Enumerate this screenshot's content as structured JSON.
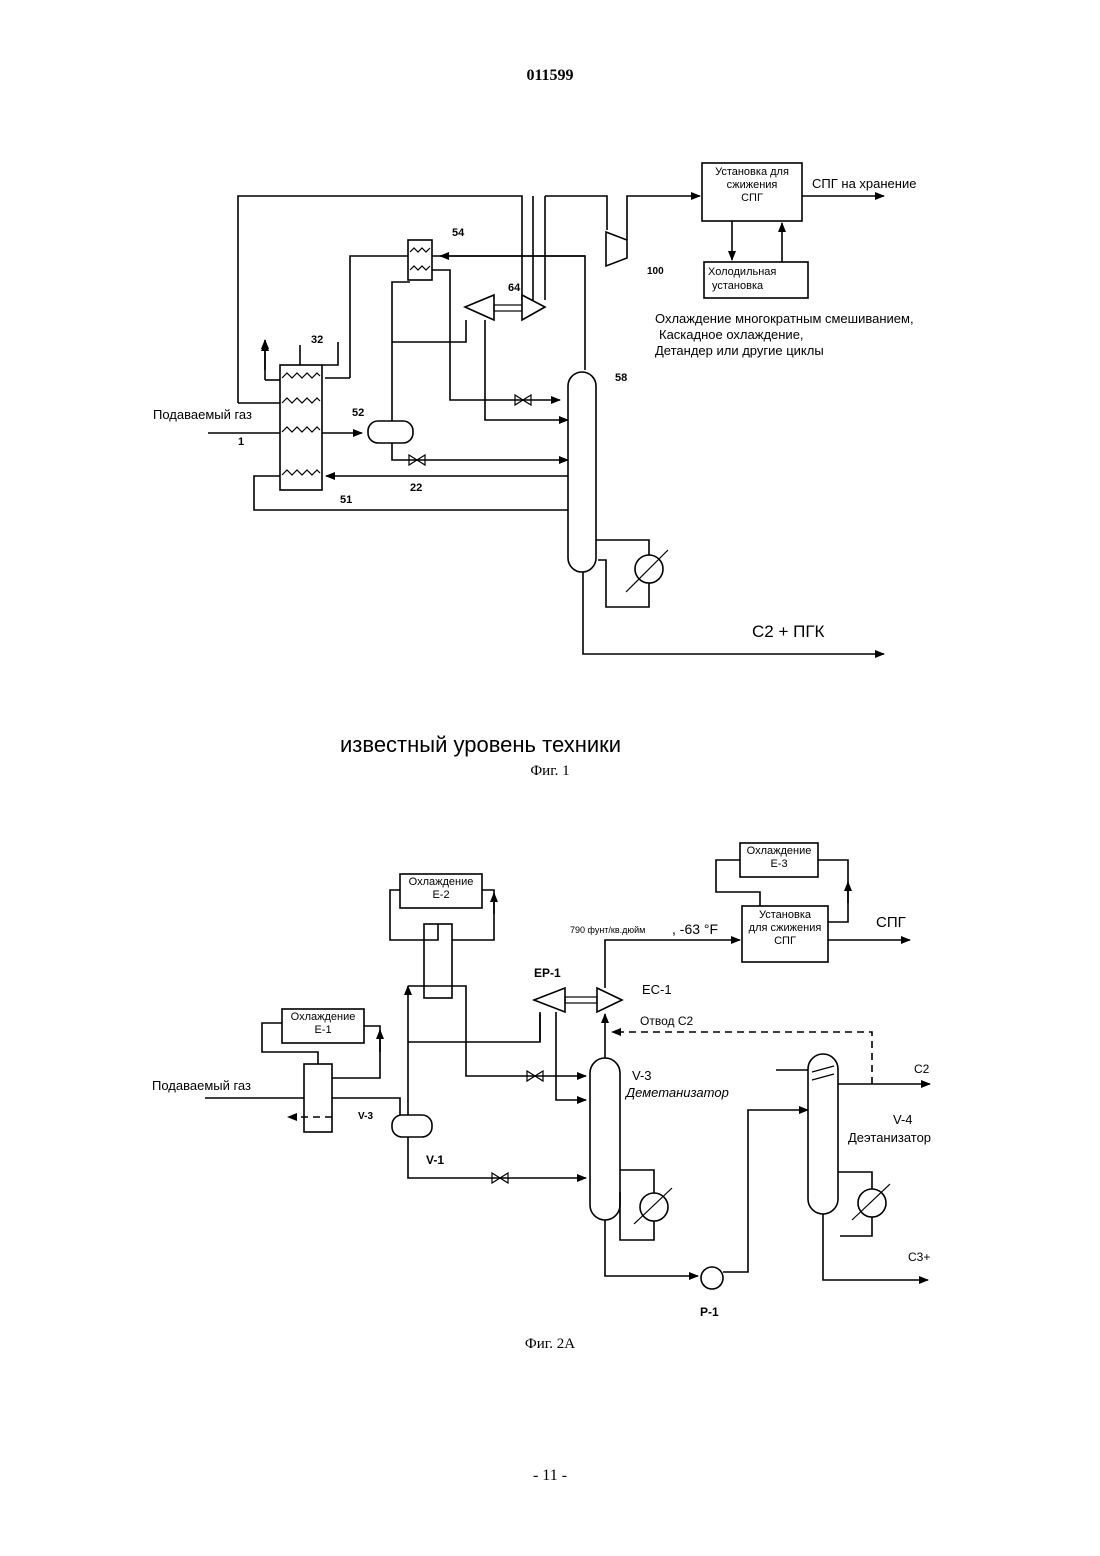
{
  "page": {
    "doc_number": "011599",
    "page_number": "- 11 -"
  },
  "fig1": {
    "caption_prior_art": "известный уровень техники",
    "caption": "Фиг. 1",
    "feed_label": "Подаваемый газ",
    "lng_plant": [
      "Установка для",
      "сжижения",
      "СПГ"
    ],
    "refrig_unit": [
      "Холодильная",
      "установка"
    ],
    "lng_out": "СПГ на хранение",
    "notes": [
      "Охлаждение многократным смешиванием,",
      "Каскадное охлаждение,",
      "Детандер или другие циклы"
    ],
    "bottoms": "C2 + ПГК",
    "tags": {
      "t1": "1",
      "t22": "22",
      "t32": "32",
      "t51": "51",
      "t52": "52",
      "t54": "54",
      "t58": "58",
      "t64": "64",
      "t100": "100"
    }
  },
  "fig2": {
    "caption": "Фиг. 2А",
    "feed_label": "Подаваемый газ",
    "cool_e1": [
      "Охлаждение",
      "E-1"
    ],
    "cool_e2": [
      "Охлаждение",
      "E-2"
    ],
    "cool_e3": [
      "Охлаждение",
      "E-3"
    ],
    "lng_plant": [
      "Установка",
      "для сжижения",
      "СПГ"
    ],
    "lng_out": "СПГ",
    "pressure": "790  фунт/кв.дюйм",
    "temp": ", -63 °F",
    "ep1": "EP-1",
    "ec1": "EC-1",
    "c2_draw": "Отвод С2",
    "v3": "V-3",
    "demeth": "Деметанизатор",
    "v4": "V-4",
    "deeth": "Деэтанизатор",
    "c2": "C2",
    "c3": "C3+",
    "v1": "V-1",
    "v3_small": "V-3",
    "p1": "P-1"
  }
}
